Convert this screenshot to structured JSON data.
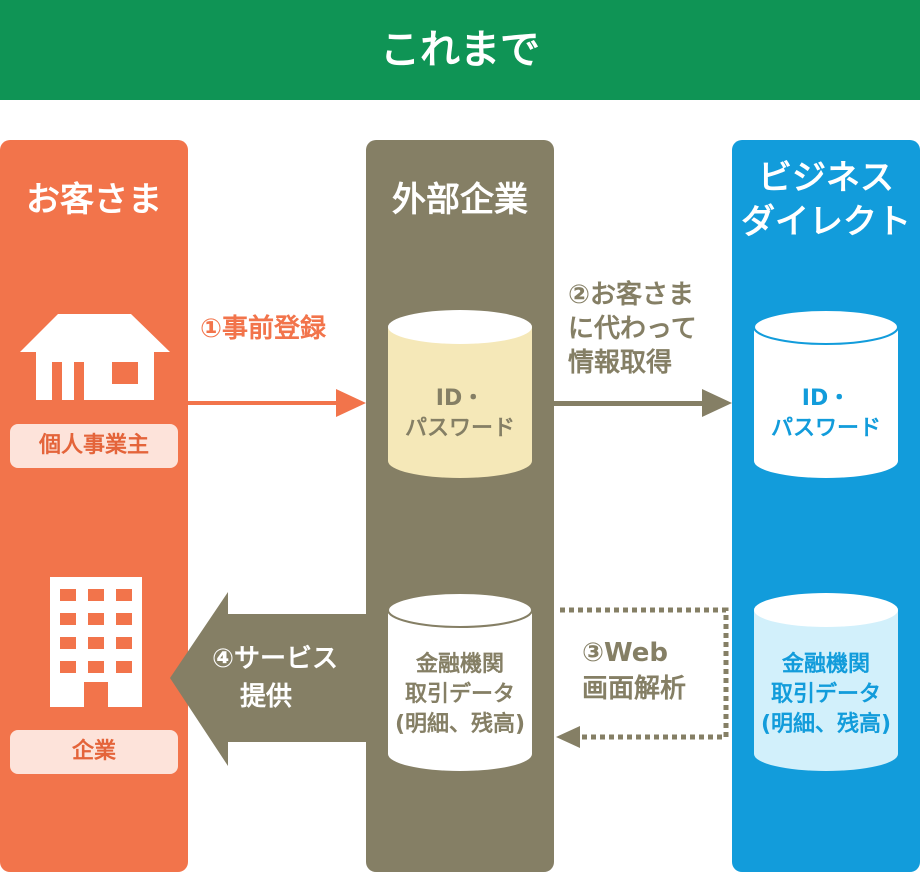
{
  "header": {
    "title": "これまで"
  },
  "columns": {
    "customer": {
      "title": "お客さま",
      "individual_label": "個人事業主",
      "company_label": "企業"
    },
    "external": {
      "title": "外部企業",
      "db_top": {
        "line1": "ID・",
        "line2": "パスワード"
      },
      "db_bottom": {
        "line1": "金融機関",
        "line2": "取引データ",
        "line3": "(明細、残高)"
      }
    },
    "bd": {
      "title_line1": "ビジネス",
      "title_line2": "ダイレクト",
      "db_top": {
        "line1": "ID・",
        "line2": "パスワード"
      },
      "db_bottom": {
        "line1": "金融機関",
        "line2": "取引データ",
        "line3": "(明細、残高)"
      }
    }
  },
  "steps": {
    "s1": {
      "label": "①事前登録"
    },
    "s2": {
      "line1": "②お客さま",
      "line2": "に代わって",
      "line3": "情報取得"
    },
    "s3": {
      "line1": "③Web",
      "line2": "画面解析"
    },
    "s4": {
      "line1": "④サービス",
      "line2": "提供"
    }
  },
  "colors": {
    "header": "#0f9455",
    "customer": "#f2744b",
    "external": "#857f65",
    "bd": "#129cdb",
    "cyl_external_top": "#f5e8b8",
    "cyl_bd_bottom": "#d2f0fb"
  }
}
